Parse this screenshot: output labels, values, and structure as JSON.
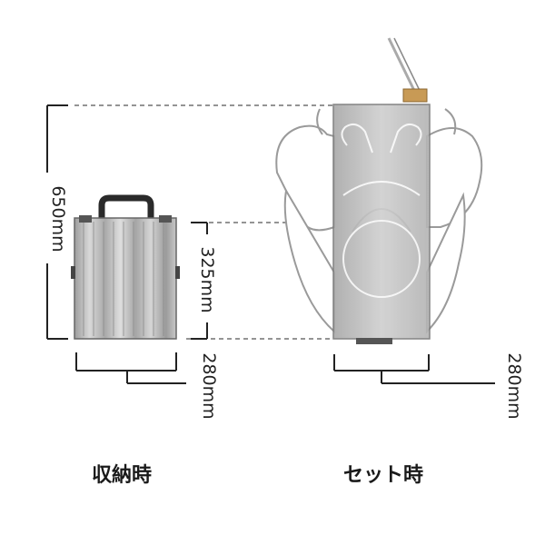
{
  "labels": {
    "height_650": "650mm",
    "height_325": "325mm",
    "width_280_stored": "280mm",
    "width_280_set": "280mm"
  },
  "captions": {
    "stored": "収納時",
    "set": "セット時"
  },
  "colors": {
    "line": "#222222",
    "case_fill": "#bdbdbd",
    "case_dark": "#8a8a8a",
    "handle": "#333333",
    "person_outline": "#a0a0a0",
    "tag": "#c89a55"
  },
  "icons": {
    "stored_case": "folded-aluminum-case-icon",
    "seated_person": "seated-person-top-view-icon"
  }
}
